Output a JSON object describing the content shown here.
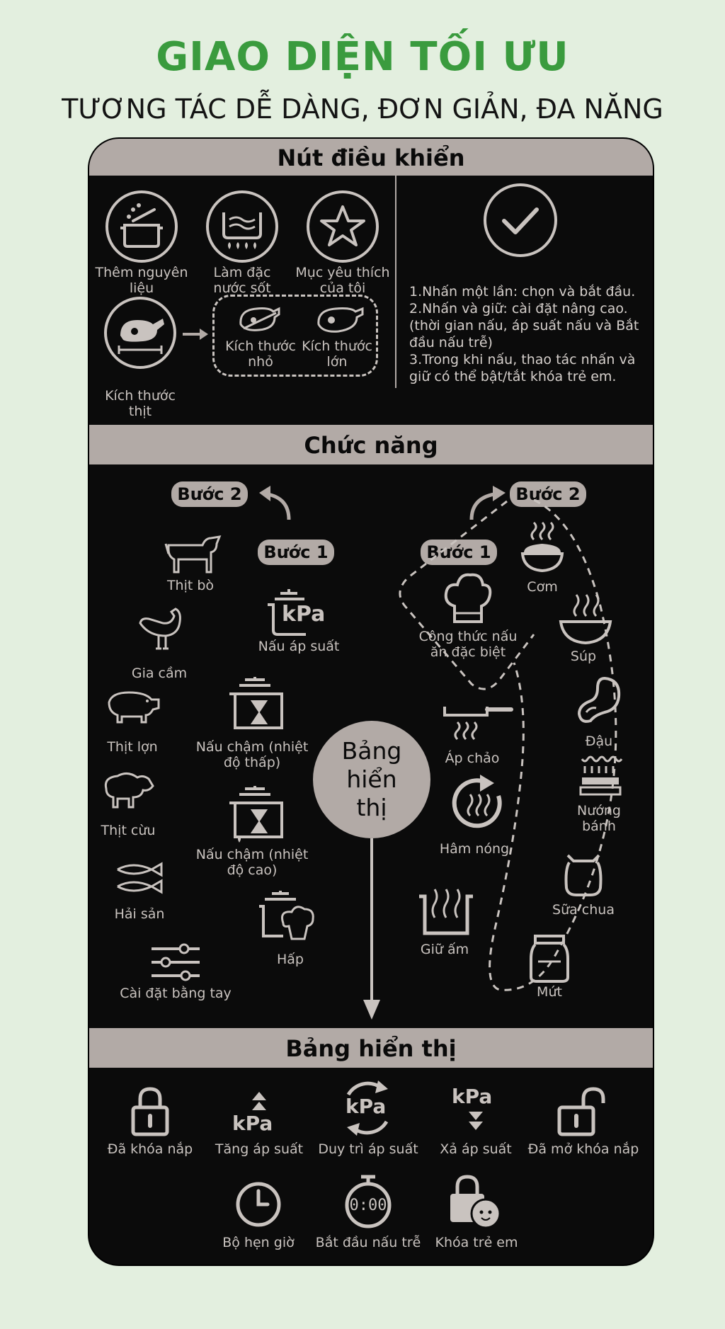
{
  "header": {
    "title": "GIAO DIỆN TỐI ƯU",
    "subtitle": "TƯƠNG TÁC DỄ DÀNG, ĐƠN GIẢN, ĐA NĂNG"
  },
  "colors": {
    "title": "#3a9b3e",
    "panel": "#0b0b0b",
    "bar": "#b2aaa6",
    "background": "#e3efdf"
  },
  "controls": {
    "heading": "Nút điều khiển",
    "add_ingredients": "Thêm nguyên liệu",
    "thicken_sauce": "Làm đặc nước sốt",
    "favorites": "Mục yêu thích của tôi",
    "meat_size": "Kích thước thịt",
    "small_size": "Kích thước nhỏ",
    "large_size": "Kích thước lớn",
    "instructions": [
      "1.Nhấn một lần: chọn và bắt đầu.",
      "2.Nhấn và giữ: cài đặt nâng cao. (thời gian nấu, áp suất nấu và Bắt đầu nấu trễ)",
      "3.Trong khi nấu, thao tác nhấn và giữ có thể bật/tắt khóa trẻ em."
    ]
  },
  "functions": {
    "heading": "Chức năng",
    "step1": "Bước 1",
    "step2": "Bước 2",
    "beef": "Thịt bò",
    "poultry": "Gia cầm",
    "pork": "Thịt lợn",
    "lamb": "Thịt cừu",
    "seafood": "Hải sản",
    "manual": "Cài đặt bằng tay",
    "pressure_cook": "Nấu áp suất",
    "kpa": "kPa",
    "slow_low": "Nấu chậm (nhiệt độ thấp)",
    "slow_high": "Nấu chậm (nhiệt độ cao)",
    "steam": "Hấp",
    "display_circle": "Bảng hiển thị",
    "special_recipe": "Công thức nấu ăn đặc biệt",
    "saute": "Áp chảo",
    "reheat": "Hâm nóng",
    "keep_warm": "Giữ ấm",
    "rice": "Cơm",
    "soup": "Súp",
    "beans": "Đậu",
    "bake": "Nướng bánh",
    "yogurt": "Sữa chua",
    "jam": "Mứt"
  },
  "display": {
    "heading": "Bảng hiển thị",
    "lid_locked": "Đã khóa nắp",
    "pressure_up": "Tăng áp suất",
    "pressure_hold": "Duy trì áp suất",
    "pressure_release": "Xả áp suất",
    "lid_unlocked": "Đã mở khóa nắp",
    "timer": "Bộ hẹn giờ",
    "delay_start": "Bắt đầu nấu trễ",
    "delay_time": "0:00",
    "child_lock": "Khóa trẻ em"
  }
}
